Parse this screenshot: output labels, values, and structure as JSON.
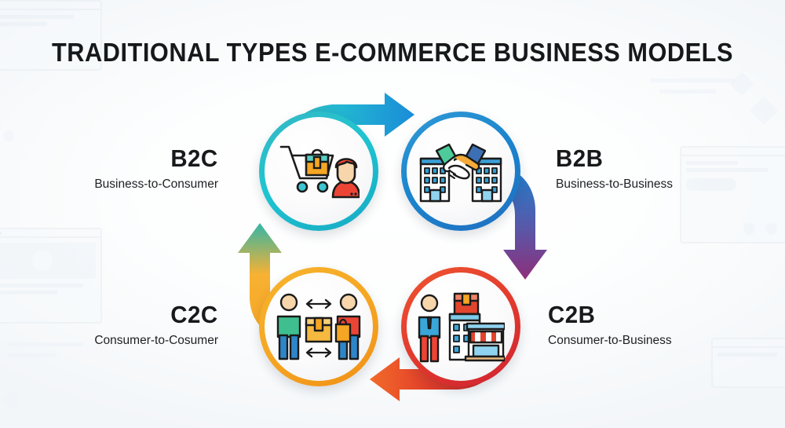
{
  "title": "TRADITIONAL TYPES E-COMMERCE BUSINESS MODELS",
  "colors": {
    "b2c_ring": "#1fc4d0",
    "b2b_ring": "#1b83cd",
    "c2c_ring": "#f5a623",
    "c2b_ring": "#e23b2e",
    "arrow_top_from": "#2bbfc8",
    "arrow_top_to": "#1f8fd6",
    "arrow_right_from": "#1f7fcb",
    "arrow_right_to": "#8e2f7a",
    "arrow_bottom_from": "#d12b2b",
    "arrow_bottom_to": "#f0622a",
    "arrow_left_from": "#f5a623",
    "arrow_left_to": "#35b8a8",
    "title_text": "#16191c",
    "background": "#f3f6f9"
  },
  "nodes": [
    {
      "id": "b2c",
      "code": "B2C",
      "full": "Business-to-Consumer",
      "icon": "shopping-cart-consumer-icon",
      "ring_color": "#1fc4d0"
    },
    {
      "id": "b2b",
      "code": "B2B",
      "full": "Business-to-Business",
      "icon": "handshake-buildings-icon",
      "ring_color": "#1b83cd"
    },
    {
      "id": "c2c",
      "code": "C2C",
      "full": "Consumer-to-Cosumer",
      "icon": "two-people-package-exchange-icon",
      "ring_color": "#f5a623"
    },
    {
      "id": "c2b",
      "code": "C2B",
      "full": "Consumer-to-Business",
      "icon": "person-building-storefront-icon",
      "ring_color": "#e23b2e"
    }
  ],
  "arrows": [
    {
      "id": "top",
      "name": "arrow-b2c-to-b2b",
      "direction": "right"
    },
    {
      "id": "right",
      "name": "arrow-b2b-to-c2b",
      "direction": "down"
    },
    {
      "id": "bottom",
      "name": "arrow-c2b-to-c2c",
      "direction": "left"
    },
    {
      "id": "left",
      "name": "arrow-c2c-to-b2c",
      "direction": "up"
    }
  ]
}
